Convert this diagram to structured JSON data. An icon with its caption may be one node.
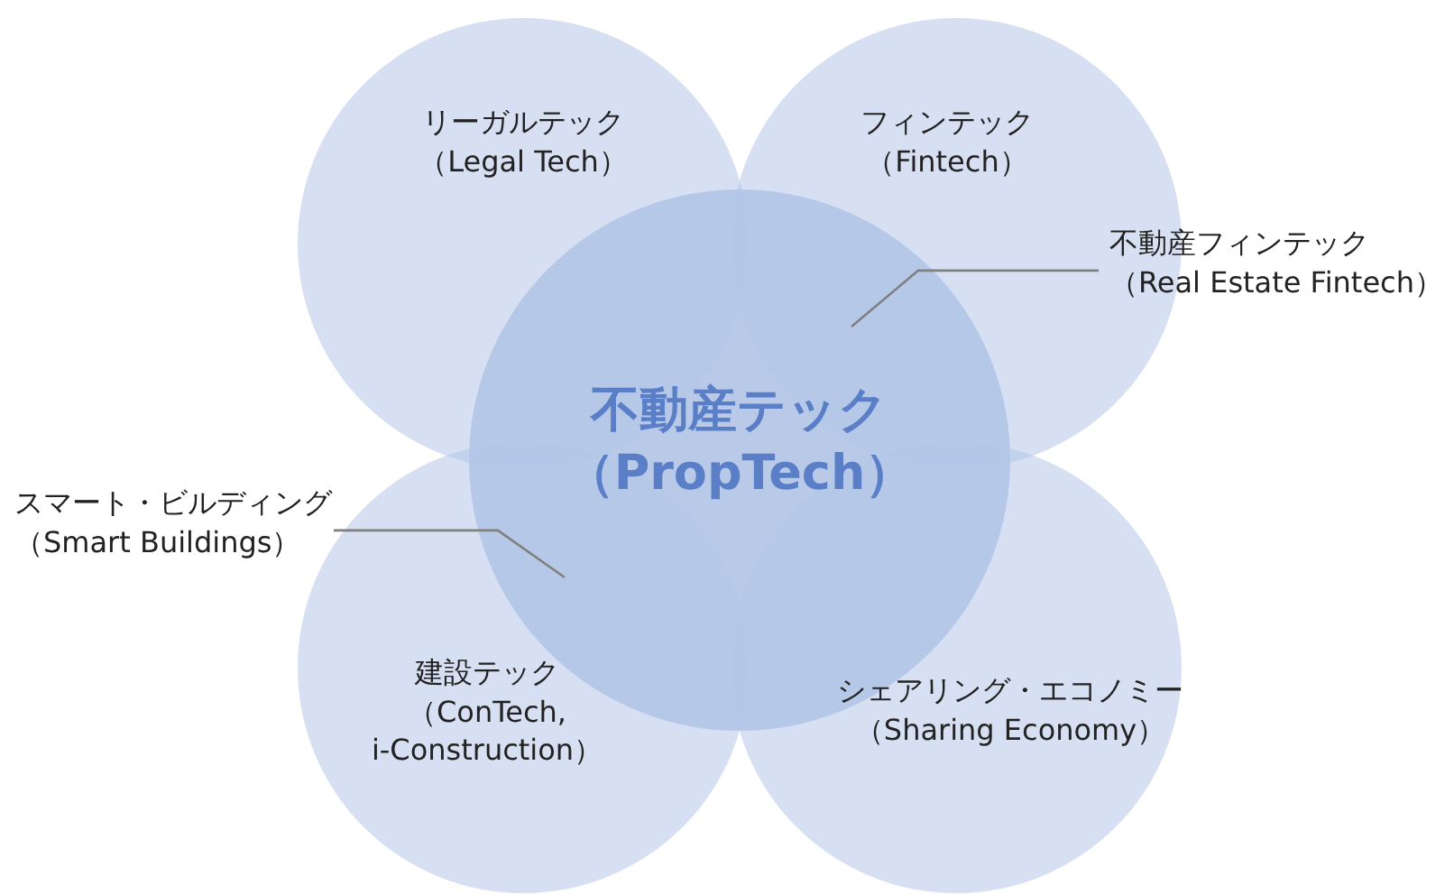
{
  "diagram": {
    "nodes": [
      {
        "text": [
          "不動産テック（PropTech）"
        ]
      },
      {
        "text": [
          "リーガルテック（Legal Tech）"
        ]
      },
      {
        "text": [
          "フィンテック（Fintech）"
        ]
      },
      {
        "text": [
          "建設テック（ConTech, i-Construction）"
        ]
      },
      {
        "text": [
          "シェアリング・エコノミー（Sharing Economy）"
        ]
      },
      {
        "text": [
          "不動産フィンテック（Real Estate Fintech）"
        ]
      },
      {
        "text": [
          "スマート・ビルディング（Smart Buildings）"
        ]
      }
    ],
    "edges": [
      {
        "from": 5,
        "to": 2,
        "arrow": "none"
      },
      {
        "from": 6,
        "to": 3,
        "arrow": "none"
      }
    ]
  }
}
